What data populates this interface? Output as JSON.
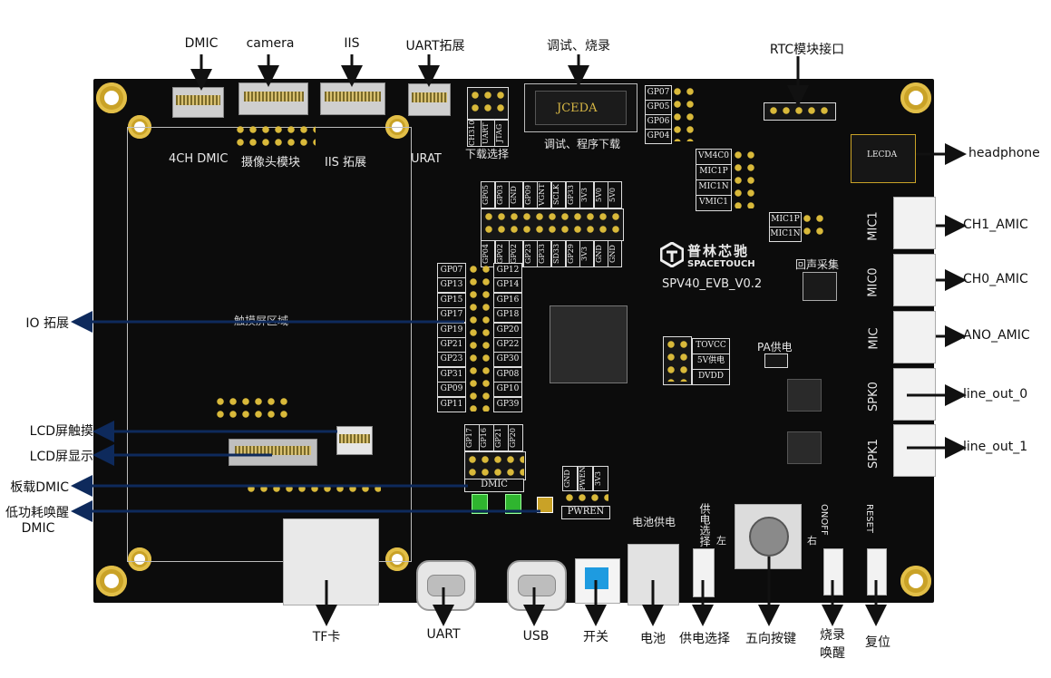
{
  "callouts": {
    "top": [
      {
        "key": "dmic",
        "text": "DMIC"
      },
      {
        "key": "camera",
        "text": "camera"
      },
      {
        "key": "iis",
        "text": "IIS"
      },
      {
        "key": "uart_ext",
        "text": "UART拓展"
      },
      {
        "key": "debug_flash",
        "text": "调试、烧录"
      },
      {
        "key": "rtc",
        "text": "RTC模块接口"
      }
    ],
    "right": [
      {
        "key": "headphone",
        "text": "headphone"
      },
      {
        "key": "ch1_amic",
        "text": "CH1_AMIC"
      },
      {
        "key": "ch0_amic",
        "text": "CH0_AMIC"
      },
      {
        "key": "ano_amic",
        "text": "ANO_AMIC"
      },
      {
        "key": "line_out_0",
        "text": "line_out_0"
      },
      {
        "key": "line_out_1",
        "text": "line_out_1"
      }
    ],
    "left": [
      {
        "key": "io_ext",
        "text": "IO 拓展"
      },
      {
        "key": "lcd_touch",
        "text": "LCD屏触摸"
      },
      {
        "key": "lcd_display",
        "text": "LCD屏显示"
      },
      {
        "key": "onboard_dmic",
        "text": "板载DMIC"
      },
      {
        "key": "lowpower_wake_l1",
        "text": "低功耗唤醒"
      },
      {
        "key": "lowpower_wake_l2",
        "text": "DMIC"
      }
    ],
    "bottom": [
      {
        "key": "tf",
        "text": "TF卡"
      },
      {
        "key": "uart",
        "text": "UART"
      },
      {
        "key": "usb",
        "text": "USB"
      },
      {
        "key": "switch",
        "text": "开关"
      },
      {
        "key": "battery",
        "text": "电池"
      },
      {
        "key": "power_select",
        "text": "供电选择"
      },
      {
        "key": "five_way",
        "text": "五向按键"
      },
      {
        "key": "flash_wake_l1",
        "text": "烧录"
      },
      {
        "key": "flash_wake_l2",
        "text": "唤醒"
      },
      {
        "key": "reset",
        "text": "复位"
      }
    ]
  },
  "board": {
    "silk": {
      "dmic4ch": "4CH DMIC",
      "camera_mod": "摄像头模块",
      "iis_ext": "IIS 拓展",
      "urat": "URAT",
      "dl_select": "下载选择",
      "debug_dl": "调试、程序下载",
      "brand_cn": "普林芯驰",
      "brand_en": "SPACETOUCH",
      "model": "SPV40_EVB_V0.2",
      "echo": "回声采集",
      "pa_power": "PA供电",
      "bat_power": "电池供电",
      "pwr_select": "供电选择",
      "left": "左",
      "right": "右",
      "lcd_area": "触摸屏区域",
      "dmic_label": "DMIC",
      "pwren": "PWREN",
      "mic1": "MIC1",
      "mic0": "MIC0",
      "mic": "MIC",
      "spk0": "SPK0",
      "spk1": "SPK1",
      "onoff": "ONOFF",
      "reset": "RESET",
      "jtag_chip": "JCEDA",
      "hp_chip": "LECDA"
    },
    "dl_cells": [
      "CH310",
      "UART",
      "JTAG"
    ],
    "gp_right": [
      "GP07",
      "GP05",
      "GP06",
      "GP04"
    ],
    "vm_cells": [
      "VM4C0",
      "MIC1P",
      "MIC1N",
      "VMIC1"
    ],
    "micin_cells": [
      "MIC1P",
      "MIC1N"
    ],
    "top_header_labels": [
      "GP05",
      "GP03",
      "GND",
      "GP09",
      "VGNT",
      "SCLK",
      "GP33",
      "3V3",
      "5V0",
      "5V0"
    ],
    "bottom_header_labels": [
      "GP04",
      "GP02",
      "GP02",
      "GP23",
      "GP33",
      "SD33",
      "GP29",
      "3V3",
      "GND",
      "GND"
    ],
    "io_left": [
      "GP07",
      "GP13",
      "GP15",
      "GP17",
      "GP19",
      "GP21",
      "GP23",
      "GP31",
      "GP09",
      "GP11"
    ],
    "io_right": [
      "GP12",
      "GP14",
      "GP16",
      "GP18",
      "GP20",
      "GP22",
      "GP30",
      "GP08",
      "GP10",
      "GP39"
    ],
    "pwr_cells": [
      "TOVCC",
      "5V供电",
      "DVDD"
    ],
    "dmic_pins": [
      "GP17",
      "GP16",
      "GP21",
      "GP20"
    ],
    "pwren_pins": [
      "GND",
      "PWEN",
      "3V3"
    ]
  }
}
